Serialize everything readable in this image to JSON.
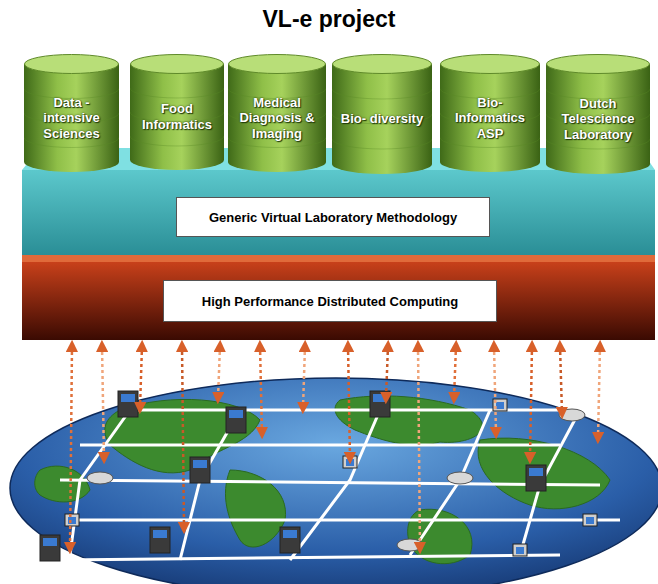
{
  "diagram": {
    "title": "VL-e project",
    "nodes": [
      {
        "text": [
          "Data - intensive Sciences"
        ]
      },
      {
        "text": [
          "Food Informatics"
        ]
      },
      {
        "text": [
          "Medical Diagnosis & Imaging"
        ]
      },
      {
        "text": [
          "Bio- diversity"
        ]
      },
      {
        "text": [
          "Bio- Informatics ASP"
        ]
      },
      {
        "text": [
          "Dutch Telescience Laboratory"
        ]
      },
      {
        "text": [
          "Generic Virtual Laboratory Methodology"
        ]
      },
      {
        "text": [
          "High Performance Distributed Computing"
        ]
      }
    ]
  }
}
